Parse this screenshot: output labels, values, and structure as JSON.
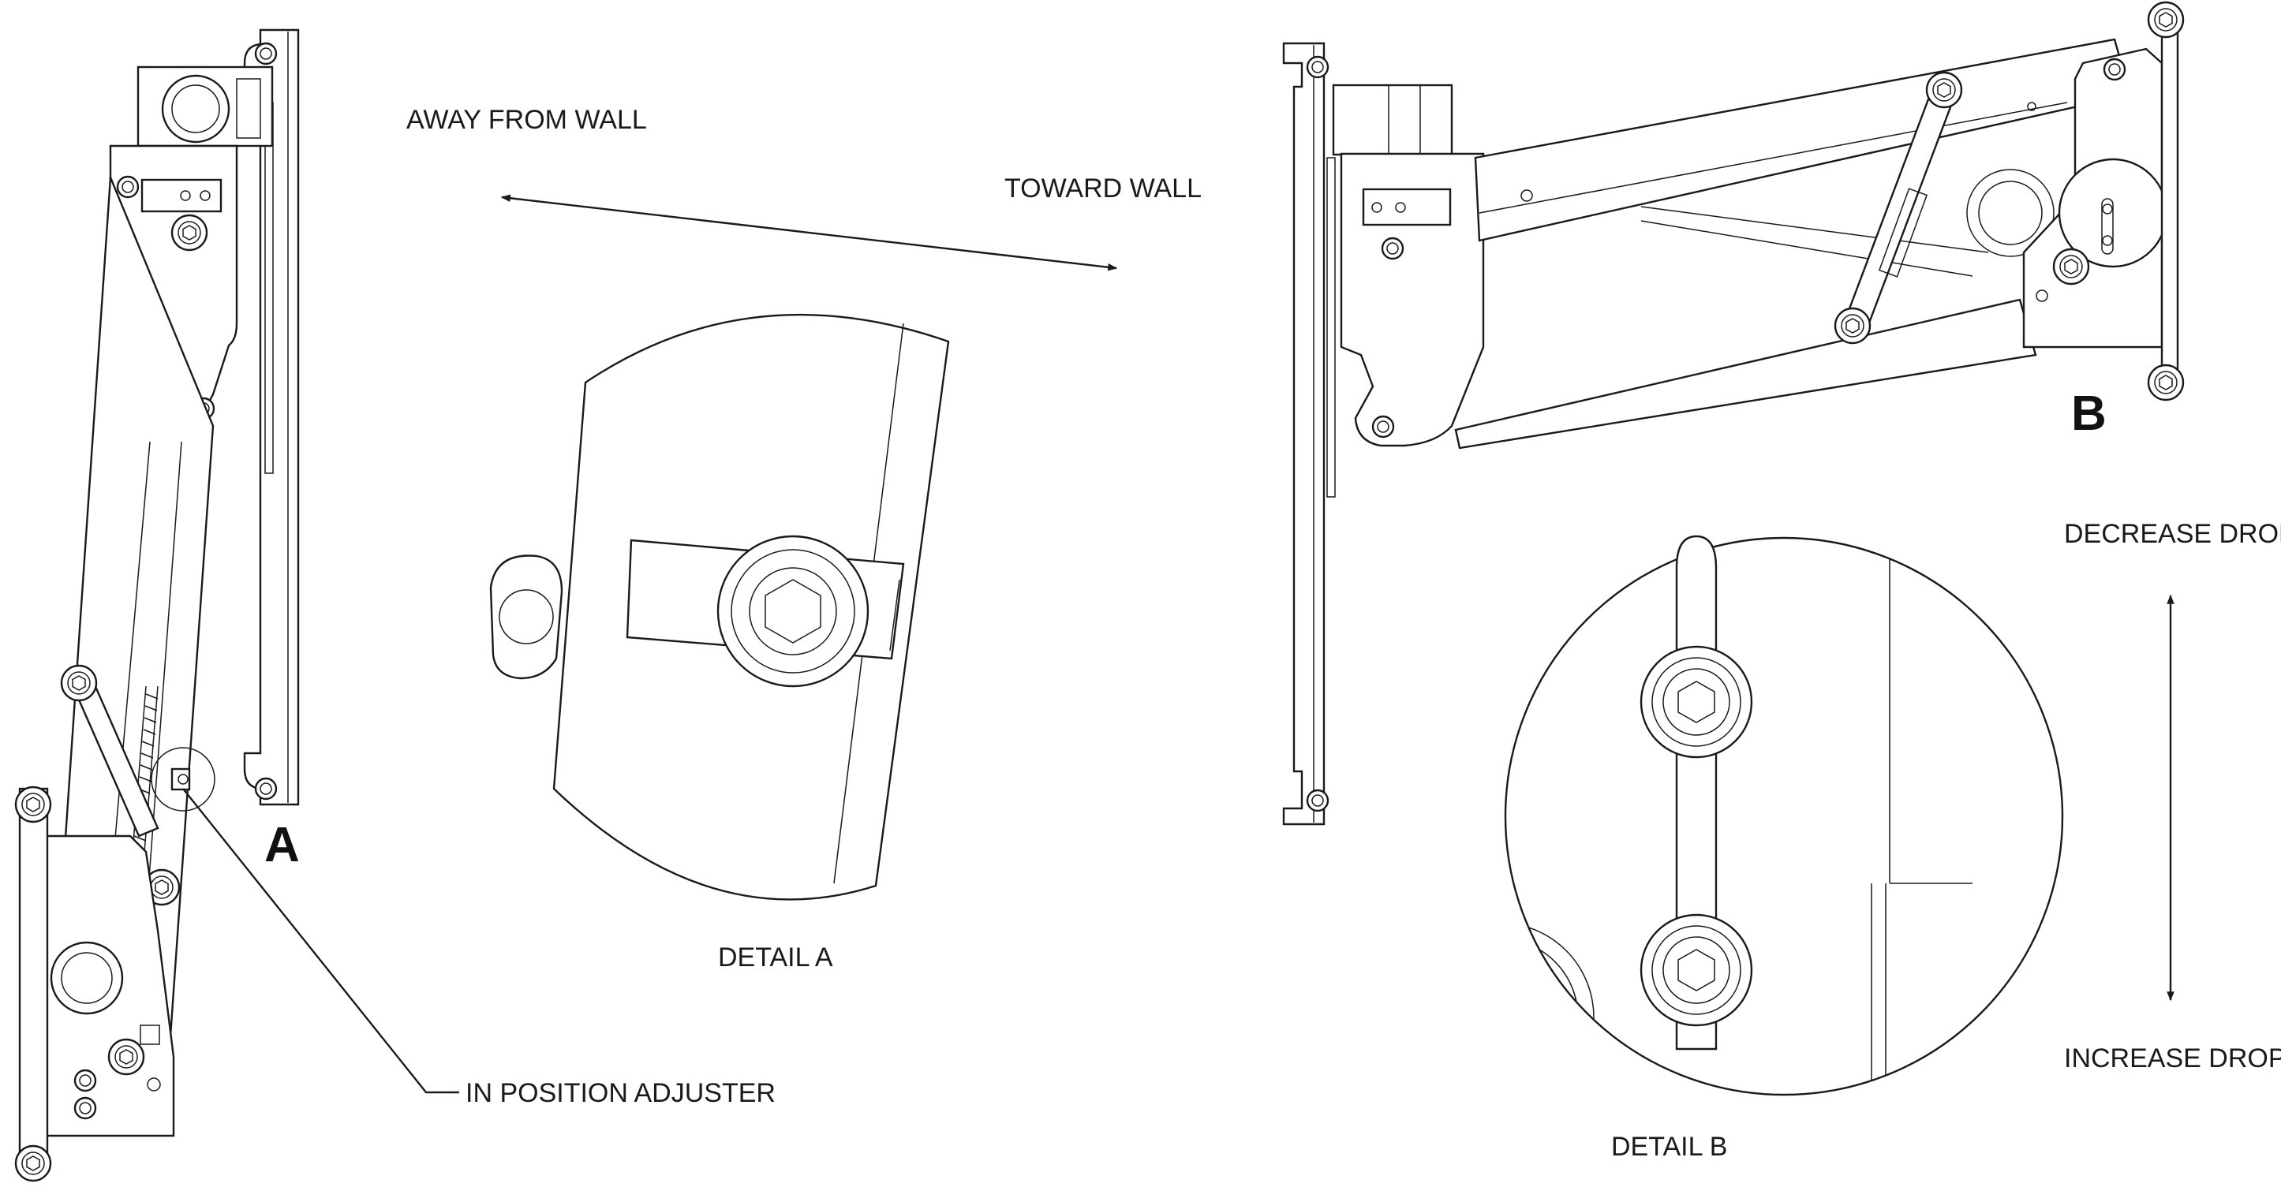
{
  "labels": {
    "away_from_wall": "AWAY FROM WALL",
    "toward_wall": "TOWARD WALL",
    "detail_a_marker": "A",
    "detail_b_marker": "B",
    "detail_a_caption": "DETAIL A",
    "detail_b_caption": "DETAIL B",
    "in_position_adjuster": "IN POSITION ADJUSTER",
    "decrease_drop": "DECREASE DROP",
    "increase_drop": "INCREASE DROP"
  }
}
